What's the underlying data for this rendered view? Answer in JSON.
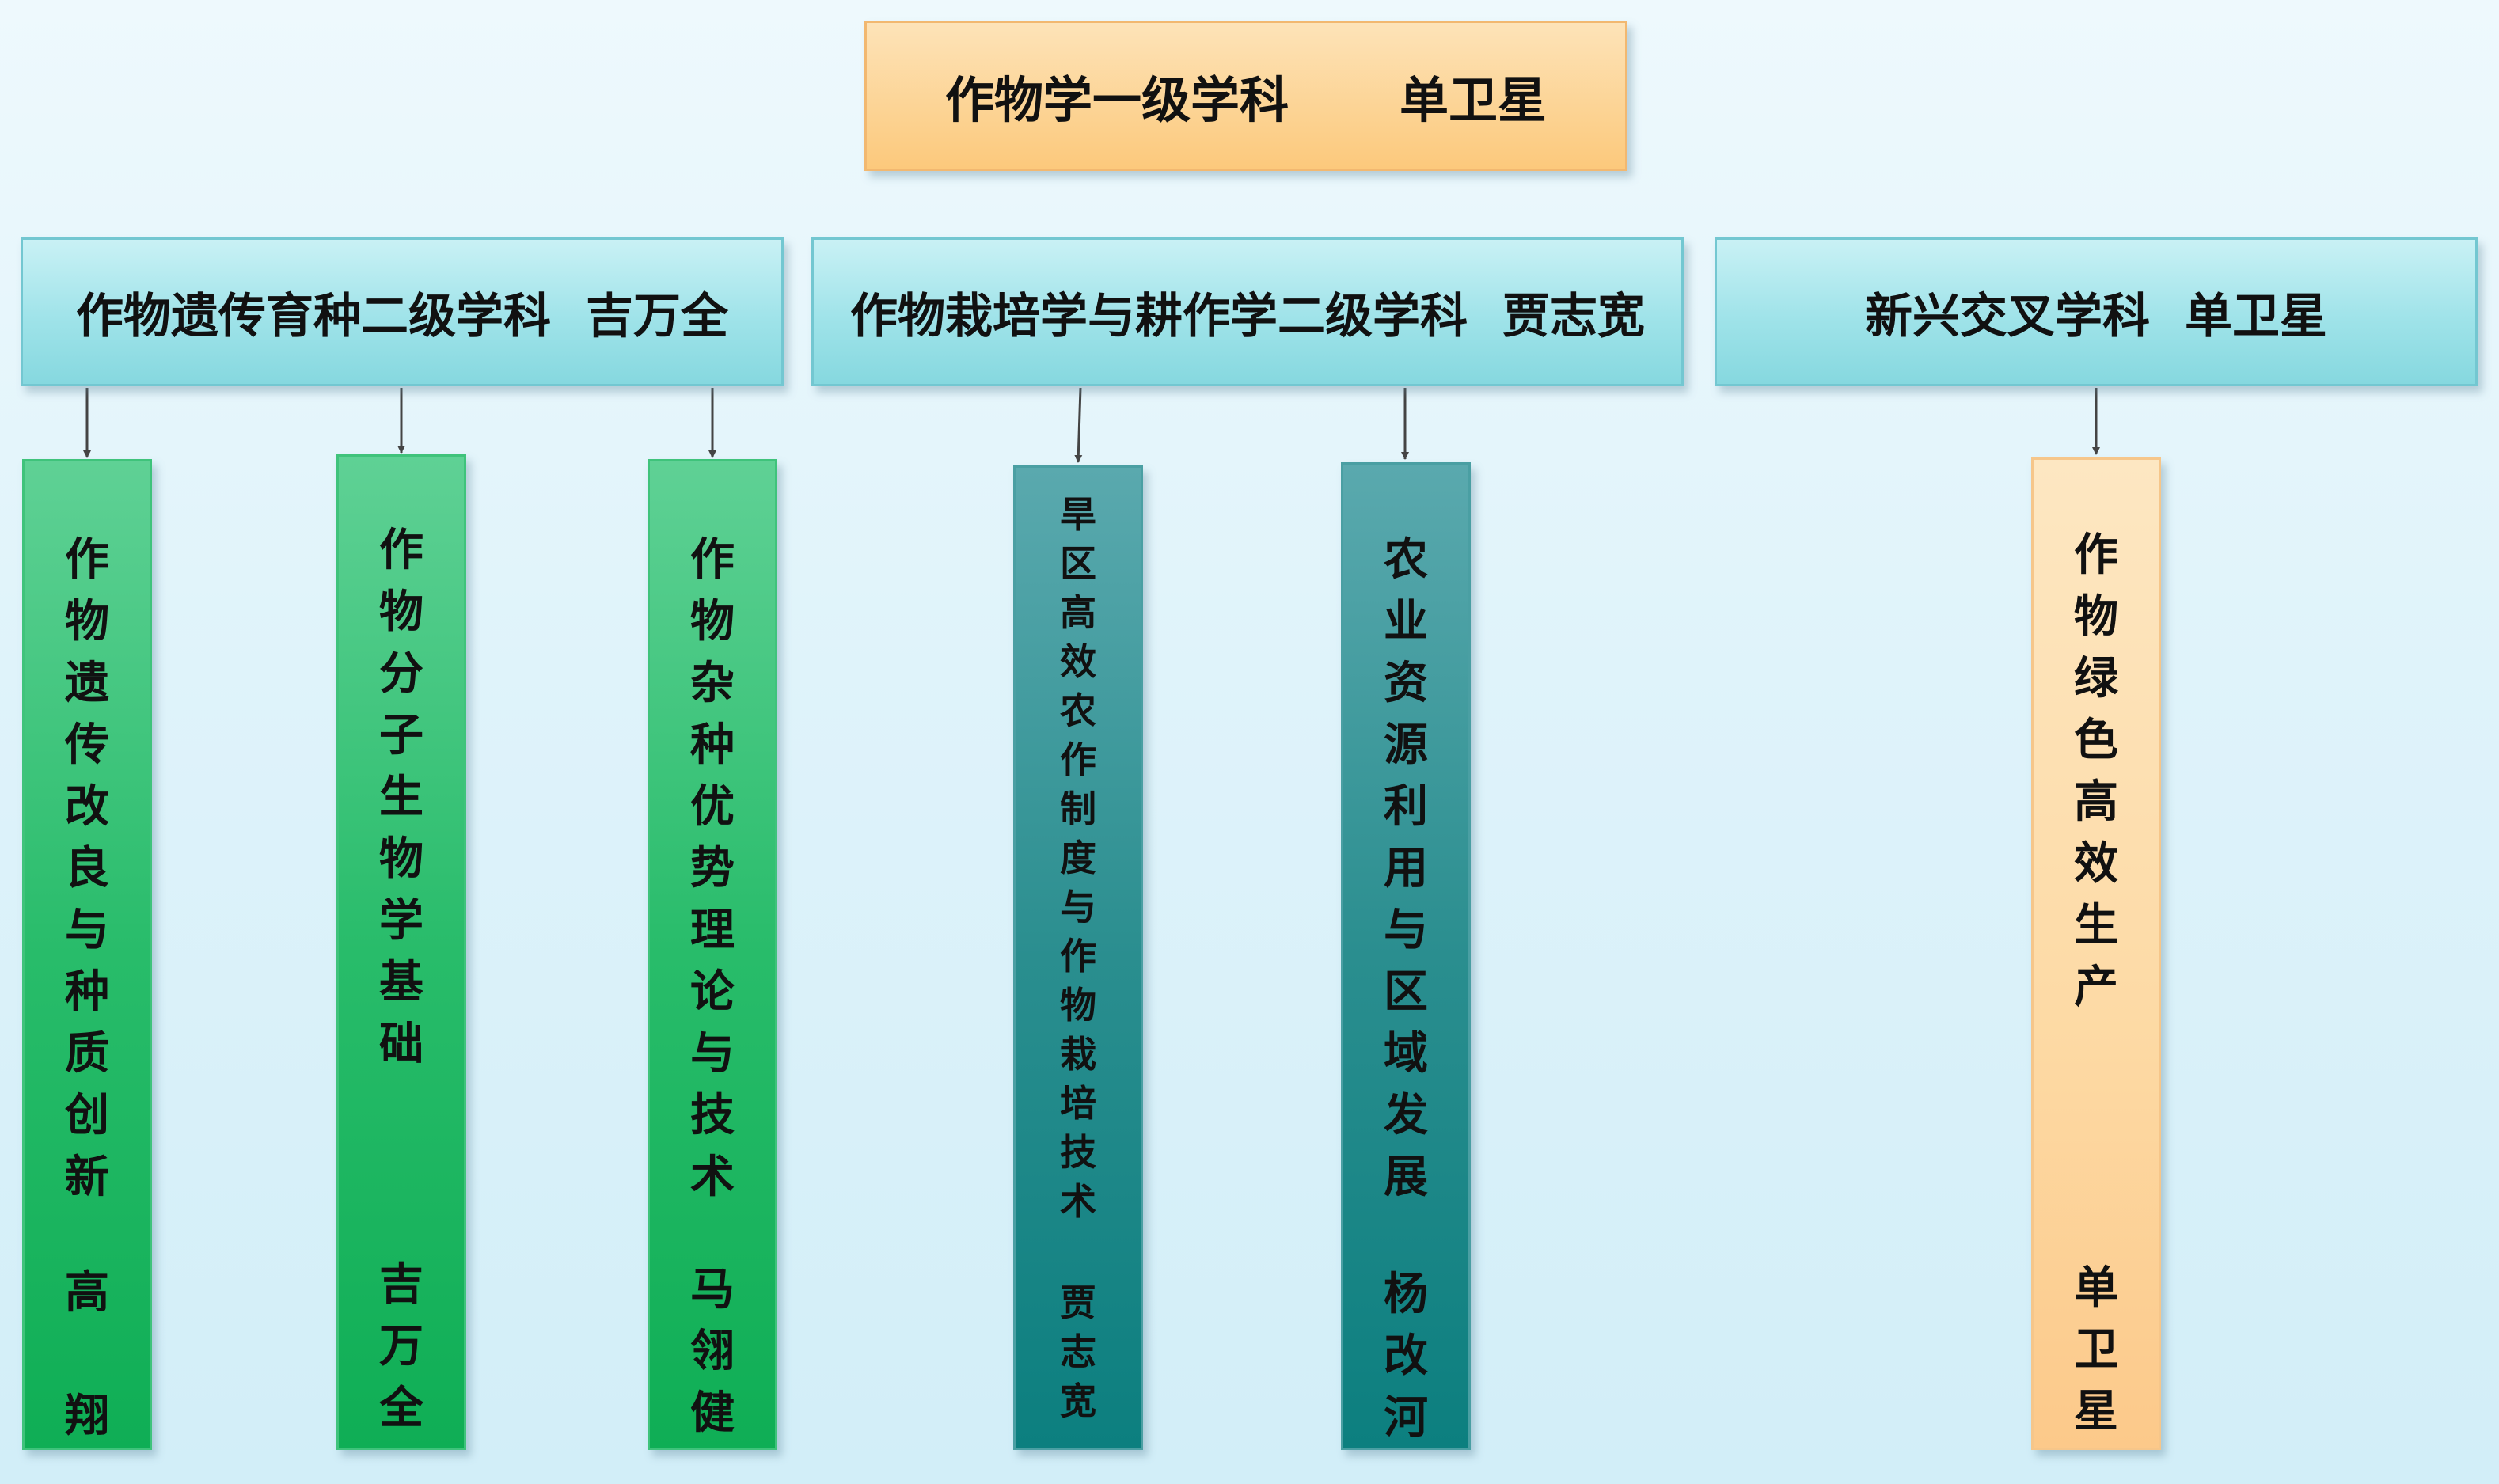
{
  "root": {
    "subject": "作物学一级学科",
    "person": "单卫星"
  },
  "branches": [
    {
      "subject": "作物遗传育种二级学科",
      "person": "吉万全"
    },
    {
      "subject": "作物栽培学与耕作学二级学科",
      "person": "贾志宽"
    },
    {
      "subject": "新兴交叉学科",
      "person": "单卫星"
    }
  ],
  "leaves": [
    {
      "topic": "作物遗传改良与种质创新",
      "person": "高翔"
    },
    {
      "topic": "作物分子生物学基础",
      "person": "吉万全"
    },
    {
      "topic": "作物杂种优势理论与技术",
      "person": "马翎健"
    },
    {
      "topic": "旱区高效农作制度与作物栽培技术",
      "person": "贾志宽"
    },
    {
      "topic": "农业资源利用与区域发展",
      "person": "杨改河"
    },
    {
      "topic": "作物绿色高效生产",
      "person": "单卫星"
    }
  ],
  "colors": {
    "green": "#1bb460",
    "teal": "#1a8585",
    "orange": "#fdd4a0",
    "header": "#9fe3e9",
    "root": "#fcc97c",
    "connector": "#444444"
  }
}
